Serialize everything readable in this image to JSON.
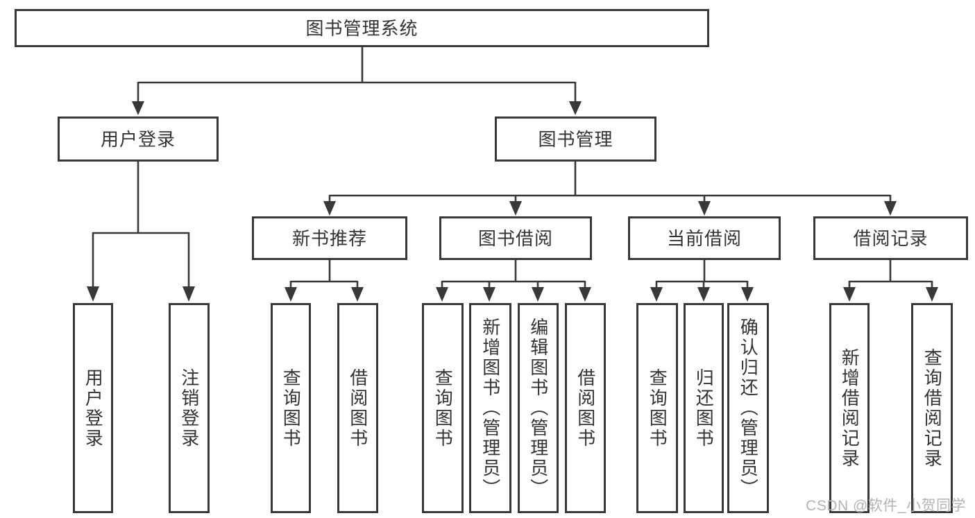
{
  "diagram": {
    "root": {
      "label": "图书管理系统"
    },
    "level2": {
      "user_login": {
        "label": "用户登录"
      },
      "book_mgmt": {
        "label": "图书管理"
      }
    },
    "level3": {
      "new_book_rec": {
        "label": "新书推荐"
      },
      "book_borrow": {
        "label": "图书借阅"
      },
      "current_borrow": {
        "label": "当前借阅"
      },
      "borrow_records": {
        "label": "借阅记录"
      }
    },
    "leaves": {
      "user_login": {
        "label": "用户登录"
      },
      "logout": {
        "label": "注销登录"
      },
      "query_book_rec": {
        "label": "查询图书"
      },
      "borrow_book_rec": {
        "label": "借阅图书"
      },
      "query_book_borrow": {
        "label": "查询图书"
      },
      "add_book": {
        "label": "新增图书（管理员）"
      },
      "edit_book": {
        "label": "编辑图书（管理员）"
      },
      "borrow_book_borrow": {
        "label": "借阅图书"
      },
      "query_book_current": {
        "label": "查询图书"
      },
      "return_book": {
        "label": "归还图书"
      },
      "confirm_return": {
        "label": "确认归还（管理员）"
      },
      "add_borrow_record": {
        "label": "新增借阅记录"
      },
      "query_borrow_record": {
        "label": "查询借阅记录"
      }
    },
    "watermark": "CSDN @软件_小贺同学",
    "colors": {
      "line": "#383838",
      "text": "#333333",
      "watermark": "#b3b3b3",
      "background": "#ffffff"
    }
  }
}
